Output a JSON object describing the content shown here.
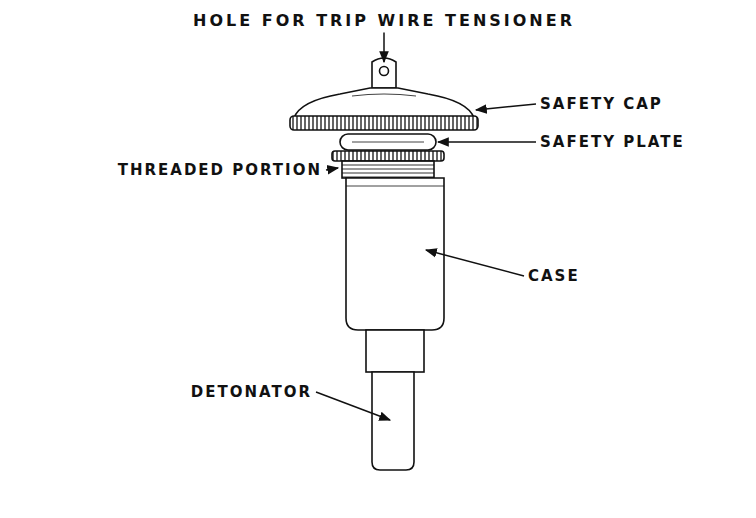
{
  "diagram": {
    "labels": [
      "HOLE FOR TRIP WIRE TENSIONER",
      "SAFETY CAP",
      "SAFETY PLATE",
      "THREADED PORTION",
      "CASE",
      "DETONATOR"
    ]
  }
}
